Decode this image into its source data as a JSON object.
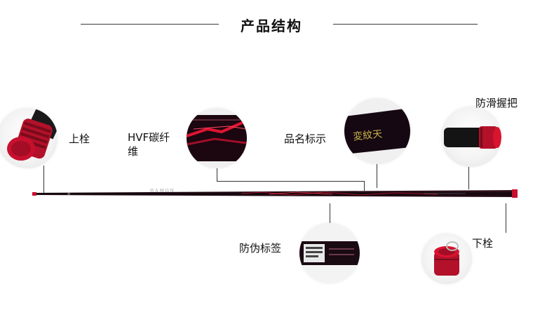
{
  "header": {
    "title": "产品结构"
  },
  "parts": {
    "top_cap": "上栓",
    "carbon_line1": "HVF碳纤",
    "carbon_line2": "维",
    "name_display": "品名标示",
    "grip": "防滑握把",
    "anti_fake": "防伪标签",
    "bottom_cap": "下栓"
  },
  "rod": {
    "brand_mark": "HAMON"
  },
  "colors": {
    "accent_red": "#c8102e",
    "rod_dark": "#1a0a12",
    "gold_text": "#c9b24a"
  }
}
